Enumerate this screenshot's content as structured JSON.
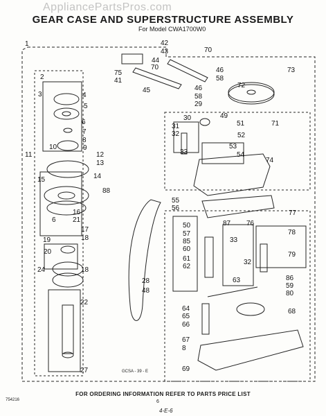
{
  "watermark": "AppliancePartsPros.com",
  "title": "GEAR CASE AND SUPERSTRUCTURE ASSEMBLY",
  "subtitle": "For Model CWA1700W0",
  "footer": "FOR ORDERING INFORMATION REFER TO PARTS PRICE LIST",
  "doc_code": "754216",
  "page_number": "6",
  "handwritten_note": "4-E-6",
  "diagram_ref": "GCSA - 39 - E",
  "part_callouts": [
    "1",
    "2",
    "3",
    "4",
    "5",
    "6",
    "7",
    "8",
    "9",
    "10",
    "11",
    "12",
    "13",
    "14",
    "15",
    "16",
    "17",
    "18",
    "19",
    "20",
    "21",
    "22",
    "24",
    "27",
    "28",
    "29",
    "30",
    "31",
    "32",
    "33",
    "41",
    "42",
    "43",
    "44",
    "45",
    "46",
    "48",
    "49",
    "50",
    "51",
    "52",
    "53",
    "54",
    "55",
    "56",
    "57",
    "58",
    "59",
    "60",
    "61",
    "62",
    "63",
    "64",
    "65",
    "66",
    "67",
    "68",
    "69",
    "70",
    "71",
    "72",
    "73",
    "74",
    "75",
    "76",
    "77",
    "78",
    "79",
    "80",
    "85",
    "86",
    "87",
    "88"
  ]
}
